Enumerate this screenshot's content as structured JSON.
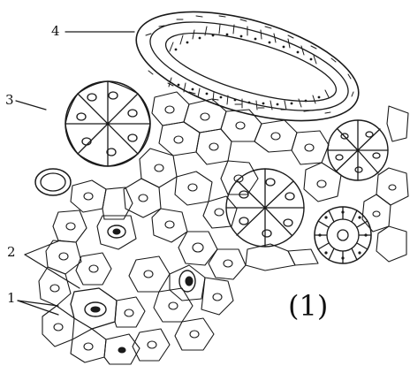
{
  "figure": {
    "panel_label": "(1)",
    "labels": [
      {
        "text": "1"
      },
      {
        "text": "2"
      },
      {
        "text": "3"
      },
      {
        "text": "4"
      }
    ]
  }
}
